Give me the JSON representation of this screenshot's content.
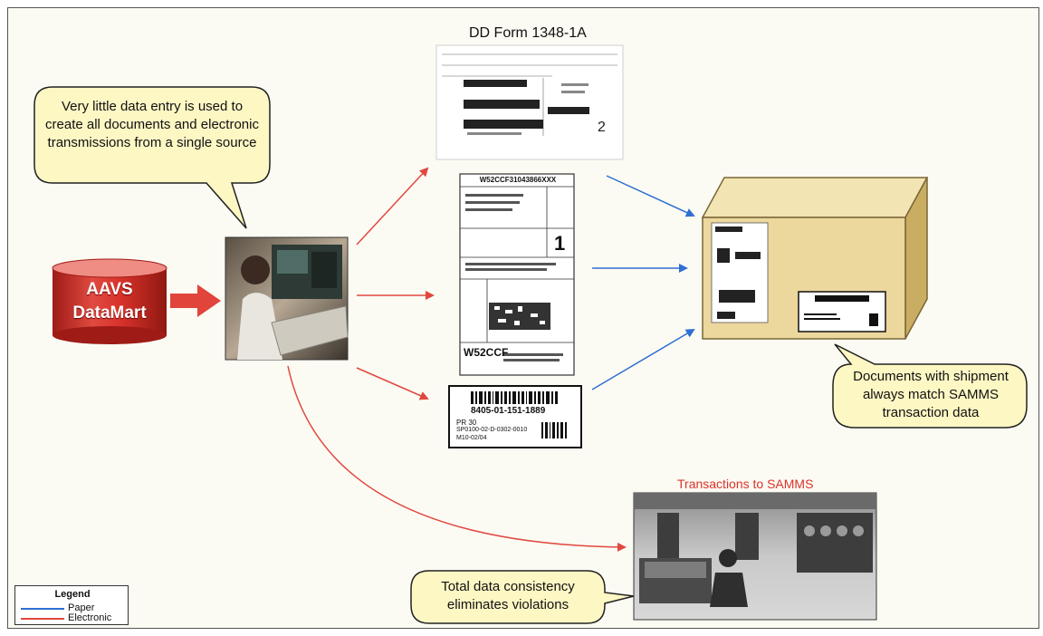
{
  "colors": {
    "paper": "#2f6fd1",
    "electronic": "#e0483f",
    "database_red": "#d8322b",
    "callout_fill": "#fdf7c4",
    "box_front": "#ecd79d",
    "box_side": "#c9ad62",
    "box_top": "#f3e4b3"
  },
  "form_title": "DD Form 1348-1A",
  "form_page_number": "2",
  "callout_top": "Very little data entry is used to create all documents and electronic transmissions from a single source",
  "database": {
    "line1": "AAVS",
    "line2": "DataMart",
    "icon": "database-cylinder-icon"
  },
  "callout_right": "Documents with shipment always match SAMMS transaction data",
  "samms_title": "Transactions to SAMMS",
  "callout_bottom": "Total data consistency eliminates violations",
  "barcode_label": {
    "code": "8405-01-151-1889",
    "pr": "PR 30",
    "line2": "SP0100-02-D-0302-0010",
    "line3": "M10-02/04"
  },
  "military_label": {
    "top_code": "W52CCF31043866XXX",
    "priority": "1",
    "bottom_code": "W52CCF"
  },
  "photos": {
    "operator": "person-at-computer-photo",
    "mainframe": "mainframe-room-photo"
  },
  "legend": {
    "title": "Legend",
    "items": [
      {
        "label": "Paper",
        "color": "#2f6fd1"
      },
      {
        "label": "Electronic",
        "color": "#e0483f"
      }
    ]
  }
}
